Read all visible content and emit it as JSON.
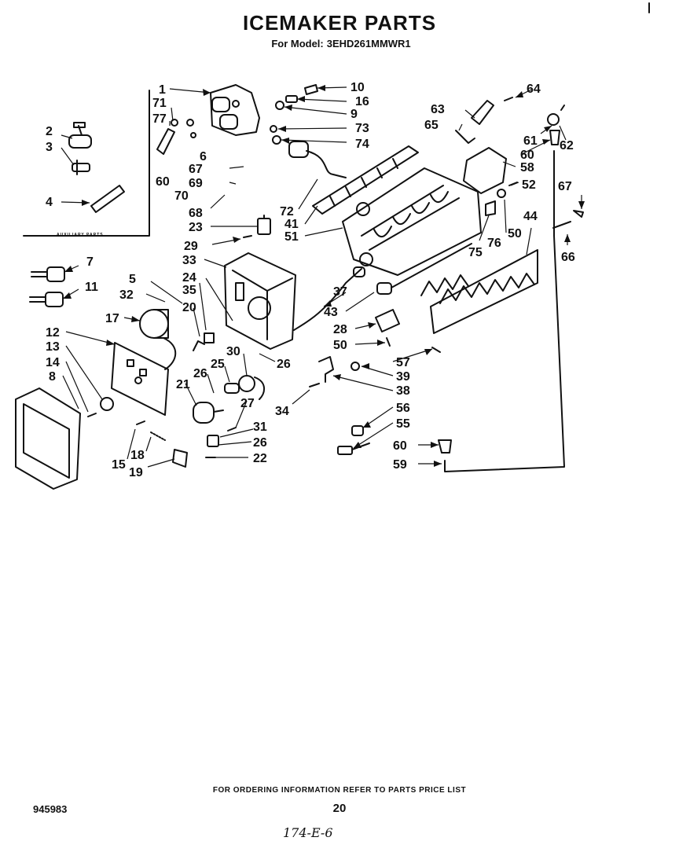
{
  "title": "ICEMAKER PARTS",
  "subtitle": {
    "prefix": "For Model:",
    "model": "3EHD261MMWR1"
  },
  "auxiliary_caption": "AUXILIARY PARTS",
  "footer": {
    "ordering_note": "FOR ORDERING INFORMATION REFER TO PARTS PRICE LIST",
    "document_code": "945983",
    "page_number": "20",
    "handwritten_note": "174-E-6"
  },
  "callouts": {
    "c1": "1",
    "c2": "2",
    "c3": "3",
    "c4": "4",
    "c5": "5",
    "c6": "6",
    "c7": "7",
    "c8": "8",
    "c9": "9",
    "c10": "10",
    "c11": "11",
    "c12": "12",
    "c13": "13",
    "c14": "14",
    "c15": "15",
    "c16": "16",
    "c17": "17",
    "c18": "18",
    "c19": "19",
    "c20": "20",
    "c21": "21",
    "c22": "22",
    "c23": "23",
    "c24": "24",
    "c25": "25",
    "c26a": "26",
    "c26b": "26",
    "c26c": "26",
    "c27": "27",
    "c28": "28",
    "c29": "29",
    "c30": "30",
    "c31": "31",
    "c32": "32",
    "c33": "33",
    "c34": "34",
    "c35": "35",
    "c37": "37",
    "c38": "38",
    "c39": "39",
    "c41": "41",
    "c43": "43",
    "c44": "44",
    "c50a": "50",
    "c50b": "50",
    "c51": "51",
    "c52": "52",
    "c55": "55",
    "c56": "56",
    "c57": "57",
    "c58": "58",
    "c59": "59",
    "c60a": "60",
    "c60b": "60",
    "c60c": "60",
    "c61": "61",
    "c62": "62",
    "c63": "63",
    "c64": "64",
    "c65": "65",
    "c66": "66",
    "c67a": "67",
    "c67b": "67",
    "c68": "68",
    "c69": "69",
    "c70": "70",
    "c71": "71",
    "c72": "72",
    "c73": "73",
    "c74": "74",
    "c75": "75",
    "c76": "76",
    "c77": "77"
  }
}
